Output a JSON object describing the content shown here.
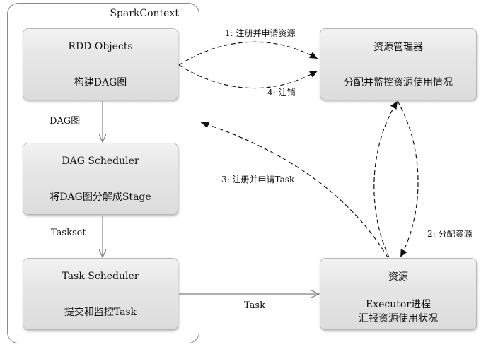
{
  "container": {
    "title": "SparkContext"
  },
  "boxes": {
    "rdd": {
      "title": "RDD Objects",
      "subtitle": "构建DAG图"
    },
    "dag_scheduler": {
      "title": "DAG Scheduler",
      "subtitle": "将DAG图分解成Stage"
    },
    "task_scheduler": {
      "title": "Task Scheduler",
      "subtitle": "提交和监控Task"
    },
    "resource_manager": {
      "title": "资源管理器",
      "subtitle": "分配并监控资源使用情况"
    },
    "resource": {
      "title": "资源",
      "subtitle_line1": "Executor进程",
      "subtitle_line2": "汇报资源使用状况"
    }
  },
  "edges": {
    "dag_graph": "DAG图",
    "taskset": "Taskset",
    "task": "Task",
    "register_apply": "1: 注册并申请资源",
    "allocate": "2: 分配资源",
    "register_task": "3: 注册并申请Task",
    "deregister": "4: 注销"
  },
  "colors": {
    "line": "#7f7f7f",
    "dashed": "#111111",
    "box_fill": "#e8e8e8",
    "box_border": "#b8b8b8"
  }
}
